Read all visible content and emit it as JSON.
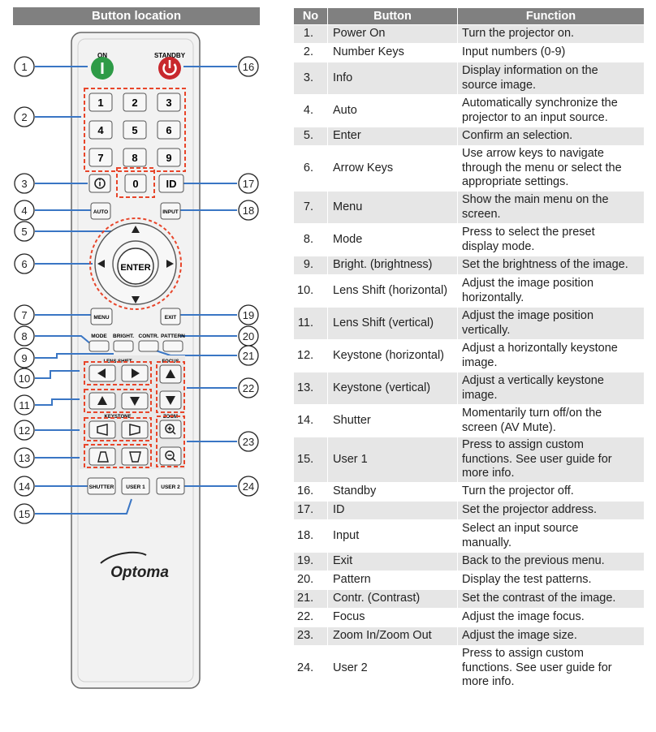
{
  "left_title": "Button location",
  "remote": {
    "on_label": "ON",
    "standby_label": "STANDBY",
    "digits": [
      "1",
      "2",
      "3",
      "4",
      "5",
      "6",
      "7",
      "8",
      "9"
    ],
    "zero": "0",
    "id_label": "ID",
    "auto_label": "AUTO",
    "input_label": "INPUT",
    "enter_label": "ENTER",
    "menu_label": "MENU",
    "exit_label": "EXIT",
    "mode_label": "MODE",
    "bright_label": "BRIGHT.",
    "contr_label": "CONTR.",
    "pattern_label": "PATTERN",
    "lens_shift_label": "LENS SHIFT",
    "focus_label": "FOCUS",
    "keystone_label": "KEYSTONE",
    "zoom_label": "ZOOM",
    "shutter_label": "SHUTTER",
    "user1_label": "USER 1",
    "user2_label": "USER 2",
    "brand": "Optoma"
  },
  "callouts": [
    "1",
    "2",
    "3",
    "4",
    "5",
    "6",
    "7",
    "8",
    "9",
    "10",
    "11",
    "12",
    "13",
    "14",
    "15",
    "16",
    "17",
    "18",
    "19",
    "20",
    "21",
    "22",
    "23",
    "24"
  ],
  "table": {
    "headers": [
      "No",
      "Button",
      "Function"
    ],
    "rows": [
      {
        "no": "1.",
        "button": "Power On",
        "function": [
          "Turn the projector on."
        ]
      },
      {
        "no": "2.",
        "button": "Number Keys",
        "function": [
          "Input numbers (0-9)"
        ]
      },
      {
        "no": "3.",
        "button": "Info",
        "function": [
          "Display information on the",
          "source image."
        ]
      },
      {
        "no": "4.",
        "button": "Auto",
        "function": [
          "Automatically synchronize the",
          "projector to an input source."
        ]
      },
      {
        "no": "5.",
        "button": "Enter",
        "function": [
          "Confirm an selection."
        ]
      },
      {
        "no": "6.",
        "button": "Arrow Keys",
        "function": [
          "Use arrow keys to navigate",
          "through the menu or select the",
          "appropriate settings."
        ]
      },
      {
        "no": "7.",
        "button": "Menu",
        "function": [
          "Show the main menu on the",
          "screen."
        ]
      },
      {
        "no": "8.",
        "button": "Mode",
        "function": [
          "Press to select the preset",
          "display mode."
        ]
      },
      {
        "no": "9.",
        "button": "Bright. (brightness)",
        "function": [
          "Set the brightness of the image."
        ]
      },
      {
        "no": "10.",
        "button": "Lens Shift (horizontal)",
        "function": [
          "Adjust the image position",
          "horizontally."
        ]
      },
      {
        "no": "11.",
        "button": "Lens Shift (vertical)",
        "function": [
          "Adjust the image position",
          "vertically."
        ]
      },
      {
        "no": "12.",
        "button": "Keystone (horizontal)",
        "function": [
          "Adjust a horizontally keystone",
          "image."
        ]
      },
      {
        "no": "13.",
        "button": "Keystone (vertical)",
        "function": [
          "Adjust a vertically keystone",
          "image."
        ]
      },
      {
        "no": "14.",
        "button": "Shutter",
        "function": [
          "Momentarily turn off/on the",
          "screen (AV Mute)."
        ]
      },
      {
        "no": "15.",
        "button": "User 1",
        "function": [
          "Press to assign custom",
          "functions. See user guide for",
          "more info."
        ]
      },
      {
        "no": "16.",
        "button": "Standby",
        "function": [
          "Turn the projector off."
        ]
      },
      {
        "no": "17.",
        "button": "ID",
        "function": [
          "Set the projector address."
        ]
      },
      {
        "no": "18.",
        "button": "Input",
        "function": [
          "Select an input source",
          "manually."
        ]
      },
      {
        "no": "19.",
        "button": "Exit",
        "function": [
          "Back to the previous menu."
        ]
      },
      {
        "no": "20.",
        "button": "Pattern",
        "function": [
          "Display the test patterns."
        ]
      },
      {
        "no": "21.",
        "button": "Contr. (Contrast)",
        "function": [
          "Set the contrast of the image."
        ]
      },
      {
        "no": "22.",
        "button": "Focus",
        "function": [
          "Adjust the image focus."
        ]
      },
      {
        "no": "23.",
        "button": "Zoom In/Zoom Out",
        "function": [
          "Adjust the image size."
        ]
      },
      {
        "no": "24.",
        "button": "User 2",
        "function": [
          "Press to assign custom",
          "functions. See user guide for",
          "more info."
        ]
      }
    ]
  },
  "colors": {
    "header_bg": "#808080",
    "row_alt": "#e6e6e6",
    "on_green": "#2e9b47",
    "standby_red": "#c8282d",
    "highlight": "#e8452a"
  }
}
